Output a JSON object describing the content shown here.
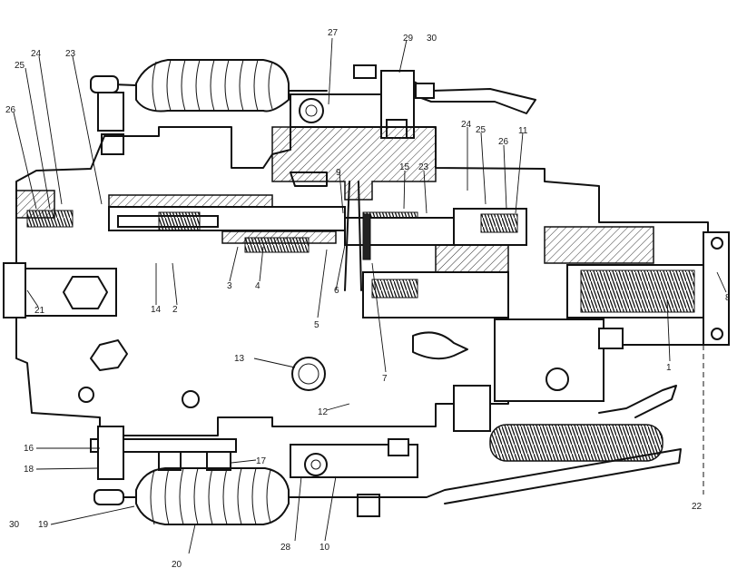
{
  "callouts": {
    "c1": "1",
    "c2": "2",
    "c3": "3",
    "c4": "4",
    "c5": "5",
    "c6": "6",
    "c7": "7",
    "c8": "8",
    "c9": "9",
    "c10": "10",
    "c11": "11",
    "c12": "12",
    "c13": "13",
    "c14": "14",
    "c15": "15",
    "c16": "16",
    "c17": "17",
    "c18": "18",
    "c19": "19",
    "c20": "20",
    "c21": "21",
    "c22": "22",
    "c23a": "23",
    "c23b": "23",
    "c24a": "24",
    "c24b": "24",
    "c25a": "25",
    "c25b": "25",
    "c26a": "26",
    "c26b": "26",
    "c27": "27",
    "c28": "28",
    "c29": "29",
    "c30a": "30",
    "c30b": "30"
  }
}
